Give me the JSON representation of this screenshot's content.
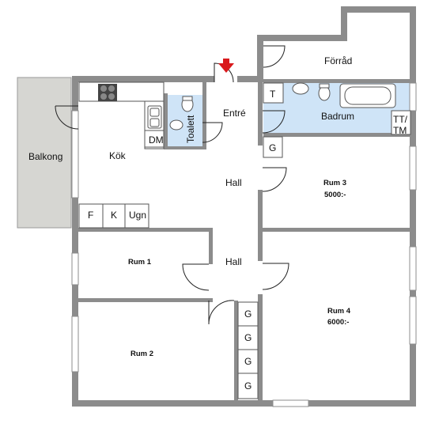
{
  "rooms": {
    "balkong": "Balkong",
    "kok": "Kök",
    "dm": "DM",
    "toalett": "Toalett",
    "entre": "Entré",
    "forrad": "Förråd",
    "badrum": "Badrum",
    "badrum_t": "T",
    "tt_line1": "TT/",
    "tt_line2": "TM",
    "hall_upper": "Hall",
    "hall_lower": "Hall",
    "rum1": "Rum 1",
    "rum2": "Rum 2",
    "rum3": "Rum 3",
    "rum3_price": "5000:-",
    "rum4": "Rum 4",
    "rum4_price": "6000:-"
  },
  "fixtures": {
    "fridge": "F",
    "kitchen_cupboard": "K",
    "oven": "Ugn",
    "closet_rum3": "G",
    "closet_stack": [
      "G",
      "G",
      "G",
      "G"
    ]
  },
  "colors": {
    "wall": "#8c8c8c",
    "wet_room": "#cfe4f7",
    "balcony": "#d6d6d2",
    "entrance_arrow": "#d9191c"
  }
}
